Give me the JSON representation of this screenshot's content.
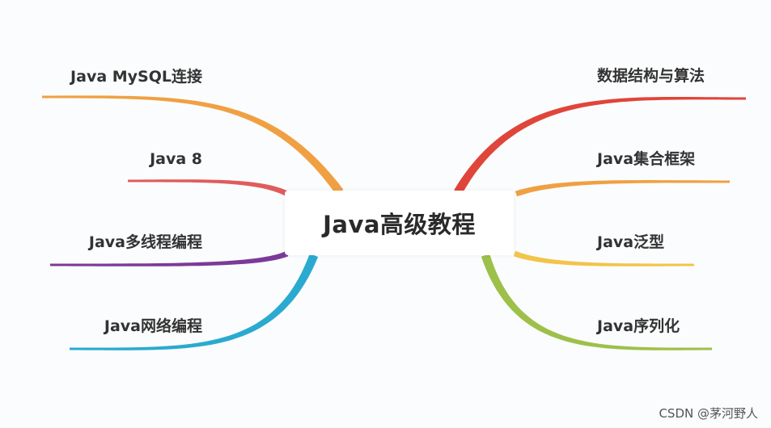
{
  "center": {
    "label": "Java高级教程"
  },
  "branches": [
    {
      "id": "mysql",
      "label": "Java MySQL连接",
      "side": "left",
      "color": "#f0a042"
    },
    {
      "id": "java8",
      "label": "Java 8",
      "side": "left",
      "color": "#e05c5c"
    },
    {
      "id": "thread",
      "label": "Java多线程编程",
      "side": "left",
      "color": "#7b3a98"
    },
    {
      "id": "network",
      "label": "Java网络编程",
      "side": "left",
      "color": "#2aaad0"
    },
    {
      "id": "ds",
      "label": "数据结构与算法",
      "side": "right",
      "color": "#e0453a"
    },
    {
      "id": "collection",
      "label": "Java集合框架",
      "side": "right",
      "color": "#f0a042"
    },
    {
      "id": "generic",
      "label": "Java泛型",
      "side": "right",
      "color": "#f2c44a"
    },
    {
      "id": "serialize",
      "label": "Java序列化",
      "side": "right",
      "color": "#9dc04a"
    }
  ],
  "watermark": "CSDN @茅河野人"
}
